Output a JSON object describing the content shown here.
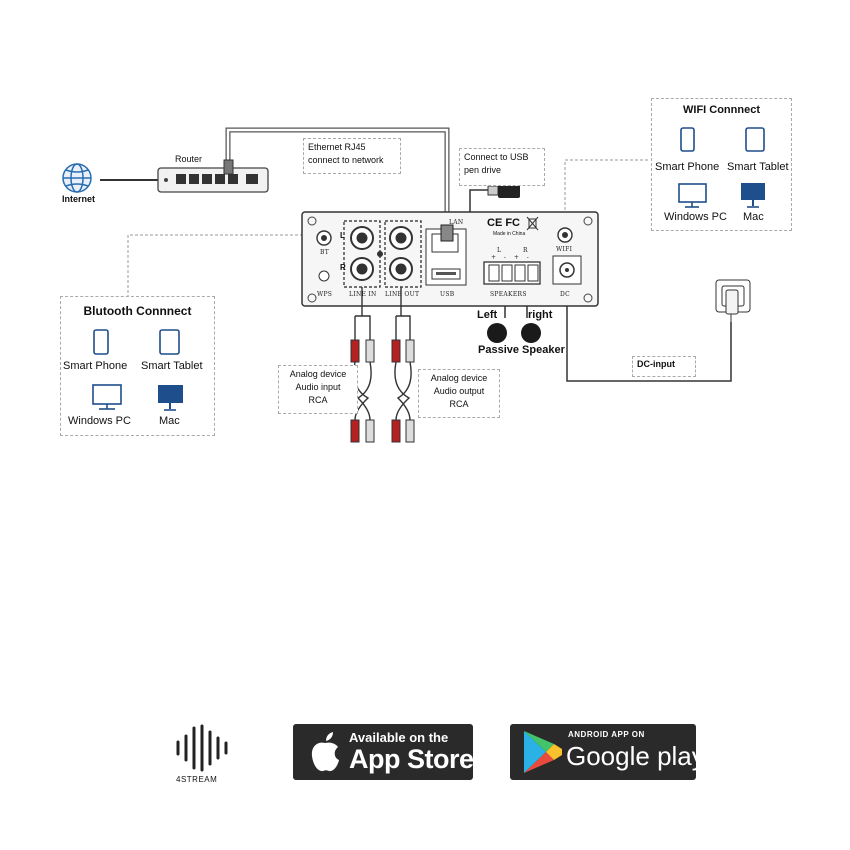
{
  "labels": {
    "internet": "Internet",
    "router": "Router",
    "ethernet_note": [
      "Ethernet RJ45",
      "connect to network"
    ],
    "usb_note": [
      "Connect to USB",
      "pen drive"
    ],
    "dc_input": "DC-input"
  },
  "wifi_panel": {
    "title": "WIFI Connnect",
    "devices": [
      "Smart Phone",
      "Smart Tablet",
      "Windows PC",
      "Mac"
    ]
  },
  "bt_panel": {
    "title": "Blutooth Connnect",
    "devices": [
      "Smart Phone",
      "Smart Tablet",
      "Windows PC",
      "Mac"
    ]
  },
  "amplifier": {
    "bt": "BT",
    "wps": "WPS",
    "line_in": "LINE IN",
    "line_out": "LINE OUT",
    "usb": "USB",
    "speakers": "SPEAKERS",
    "dc": "DC",
    "wifi": "WIFI",
    "lan": "LAN",
    "ch_l": "L",
    "ch_r": "R",
    "spk_l": "L",
    "spk_r": "R",
    "polarity": "+ - + -",
    "cert": "CE FC",
    "made_in": "Made in China"
  },
  "speakers": {
    "left": "Left",
    "right": "right",
    "caption": "Passive Speaker"
  },
  "rca_in_note": [
    "Analog device",
    "Audio input",
    "RCA"
  ],
  "rca_out_note": [
    "Analog device",
    "Audio output",
    "RCA"
  ],
  "footer": {
    "brand": "4STREAM",
    "appstore_small": "Available on the",
    "appstore_big": "App Store",
    "google_small": "ANDROID APP ON",
    "google_big": "Google play"
  }
}
